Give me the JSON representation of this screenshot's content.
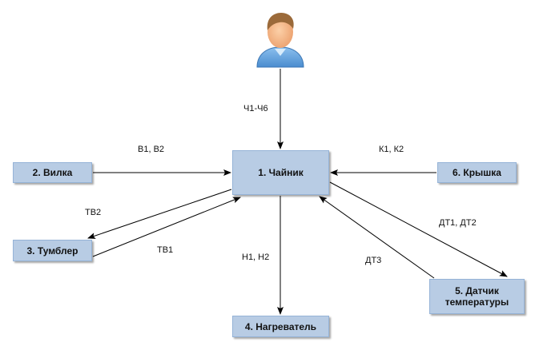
{
  "nodes": {
    "kettle": "1. Чайник",
    "plug": "2. Вилка",
    "switch": "3. Тумблер",
    "heater": "4. Нагреватель",
    "sensor": "5. Датчик температуры",
    "lid": "6. Крышка"
  },
  "edges": {
    "user_to_kettle": "Ч1-Ч6",
    "plug_to_kettle": "В1, В2",
    "lid_to_kettle": "К1, К2",
    "kettle_to_switch": "ТВ2",
    "switch_to_kettle": "ТВ1",
    "kettle_to_heater": "Н1, Н2",
    "sensor_to_kettle": "ДТ3",
    "kettle_to_sensor": "ДТ1, ДТ2"
  },
  "icons": {
    "user": "user-icon"
  },
  "colors": {
    "node_fill": "#b8cce4",
    "node_border": "#95b3d7",
    "arrow": "#000000",
    "user_shirt": "#6fa8dc",
    "user_face": "#f5b183",
    "user_hair": "#a0703c"
  }
}
